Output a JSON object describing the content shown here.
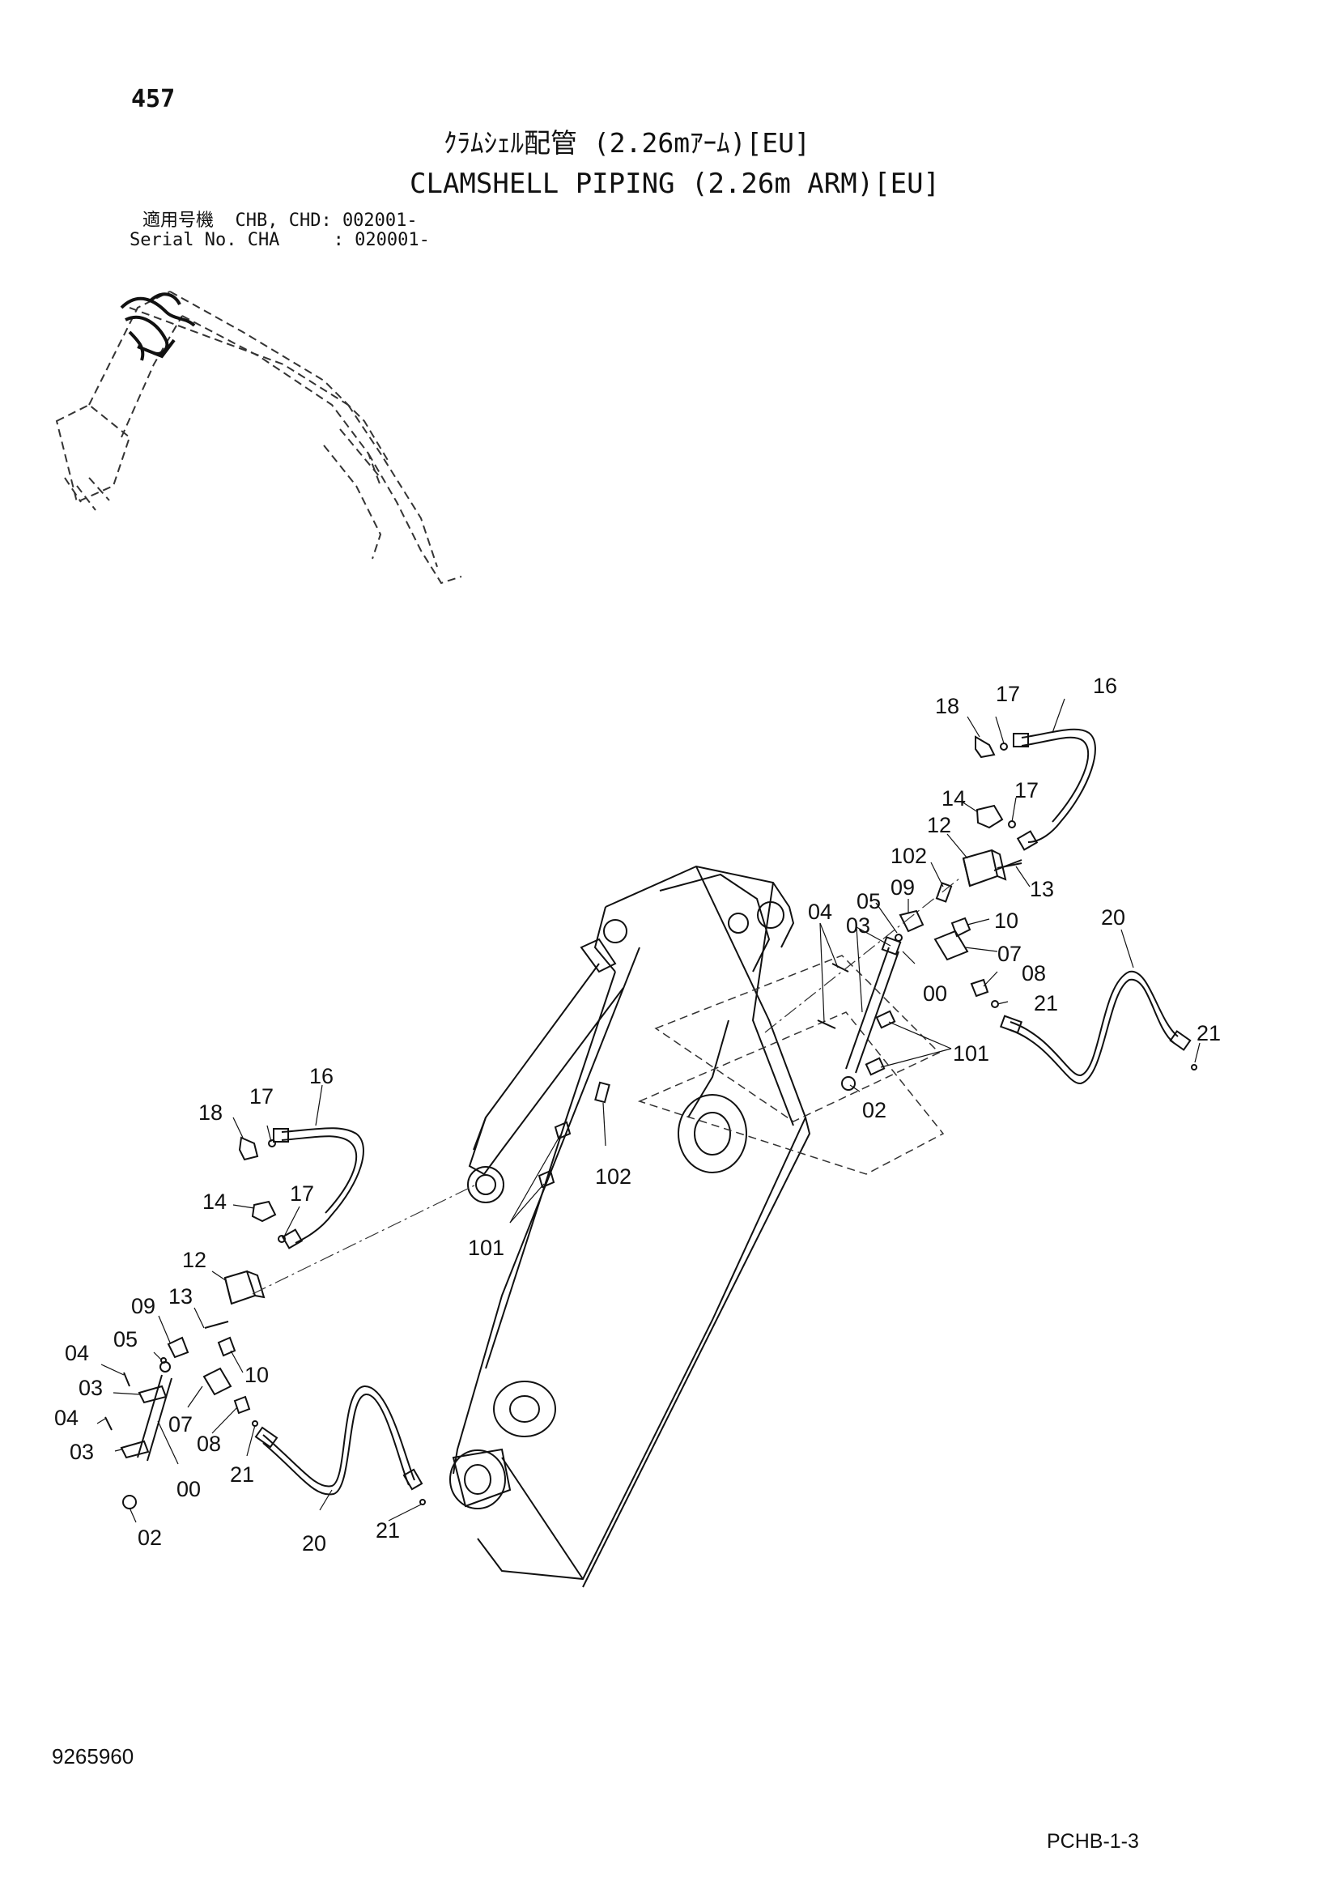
{
  "header": {
    "page_number": "457",
    "title_jp": "ｸﾗﾑｼｪﾙ配管 (2.26mｱｰﾑ)[EU]",
    "title_en": "CLAMSHELL PIPING (2.26m ARM)[EU]",
    "serial_rows": [
      "適用号機  CHB, CHD: 002001-",
      "Serial No. CHA     : 020001-"
    ]
  },
  "footer": {
    "doc_number": "9265960",
    "sheet_code": "PCHB-1-3"
  },
  "callouts_right": [
    "16",
    "17",
    "18",
    "14",
    "17",
    "12",
    "13",
    "102",
    "09",
    "05",
    "03",
    "04",
    "10",
    "07",
    "00",
    "08",
    "21",
    "101",
    "02",
    "20",
    "21"
  ],
  "callouts_left": [
    "16",
    "17",
    "18",
    "14",
    "17",
    "12",
    "13",
    "09",
    "05",
    "04",
    "03",
    "04",
    "03",
    "10",
    "07",
    "08",
    "00",
    "21",
    "02",
    "20",
    "21"
  ],
  "callouts_center": [
    "102",
    "101"
  ]
}
